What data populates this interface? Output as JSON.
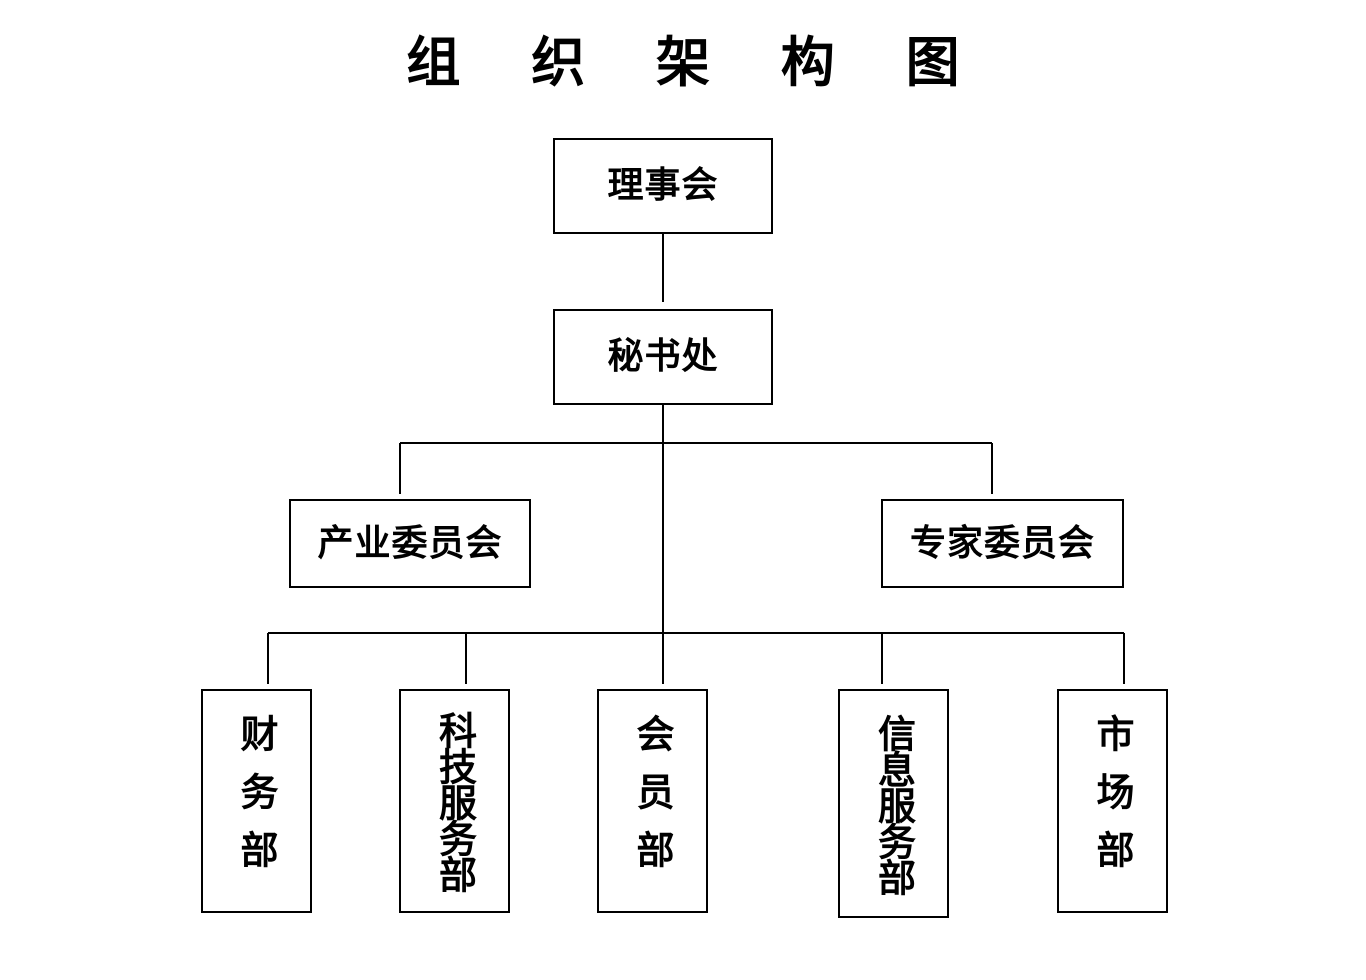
{
  "title": "组 织 架 构 图",
  "nodes": {
    "board": "理事会",
    "secretariat": "秘书处",
    "industry_committee": "产业委员会",
    "expert_committee": "专家委员会",
    "finance_dept": "财务部",
    "tech_service_dept": "科技服务部",
    "member_dept": "会员部",
    "info_service_dept": "信息服务部",
    "market_dept": "市场部"
  },
  "colors": {
    "line": "#000000",
    "text": "#000000",
    "background": "#ffffff"
  }
}
